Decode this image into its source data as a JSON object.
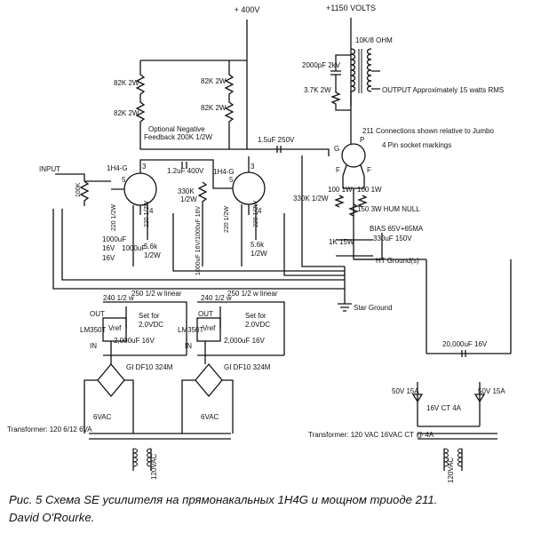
{
  "labels": {
    "v400": "+ 400V",
    "v1150": "+1150 VOLTS",
    "ohm": "10K/8 OHM",
    "c2000": "2000pF 2kV",
    "output": "OUTPUT Approximately 15 watts RMS",
    "r37k": "3.7K 2W",
    "r82a": "82K 2W",
    "r82b": "82K 2W",
    "r82c": "82K 2W",
    "r82d": "82K 2W",
    "optneg": "Optional Negative",
    "feedback": "Feedback 200K 1/2W",
    "c15": "1.5uF 250V",
    "conn1": "211 Connections shown relative to Jumbo",
    "conn2": "4 Pin socket markings",
    "tubeG": "G",
    "tubeP": "P",
    "tubeF1": "F",
    "tubeF2": "F",
    "input": "INPUT",
    "r100k": "100K",
    "t1": "1H4-G",
    "t2": "1H4-G",
    "c12": "1.2uF 400V",
    "pin5a": "5",
    "pin3a": "3",
    "pin5b": "5",
    "pin3b": "3",
    "pin4a": "4",
    "pin4b": "4",
    "r330k": "330K",
    "r12w": "1/2W",
    "r330k12": "330K 1/2W",
    "r100a": "100 1W",
    "r100b": "100 1W",
    "hum": "150 3W HUM NULL",
    "bias": "BIAS 65V+65MA",
    "r1k": "1K 15W",
    "c330": "330uF 150V",
    "htg": "HT Ground(s)",
    "starg": "Star Ground",
    "r220a": "220 1/2W",
    "r220b": "220 1/2W",
    "r220c": "220 1/2W",
    "r220d": "220 1/2W",
    "c1000a": "1000uF",
    "c16va": "16V",
    "c1000b": "1000uF",
    "c16vb": "16V",
    "cmid": "1000uF 16V/1000uF 16V",
    "r56a": "5.6k",
    "r56a2": "1/2W",
    "r56b": "5.6k",
    "r56b2": "1/2W",
    "r240a": "240 1/2 w",
    "r250a": "250 1/2 w linear",
    "r240b": "240 1/2 w",
    "r250b": "250 1/2 w linear",
    "outA": "OUT",
    "outB": "OUT",
    "lm1": "LM350T",
    "lm2": "LM350T",
    "vrefA": "Vref",
    "vrefB": "Vref",
    "inA": "IN",
    "inB": "IN",
    "setA": "Set for",
    "setA2": "2.0VDC",
    "setB": "Set for",
    "setB2": "2.0VDC",
    "c2000a": "2,000uF 16V",
    "c2000b": "2,000uF 16V",
    "giA": "GI DF10 324M",
    "giB": "GI DF10 324M",
    "c20000": "20,000uF 16V",
    "v50a": "50V 15A",
    "v50b": "50V 15A",
    "v16ct": "16V CT 4A",
    "vac6a": "6VAC",
    "vac6b": "6VAC",
    "xfmr1": "Transformer: 120 6/12 6VA",
    "xfmr2": "Transformer: 120 VAC 16VAC CT @ 4A",
    "vac120a": "120VAC",
    "vac120b": "120VAC"
  },
  "caption": {
    "line1": "Рис. 5 Схема SE усилителя  на прямонакальных 1H4G и мощном триоде 211.",
    "line2": "David O'Rourke."
  }
}
